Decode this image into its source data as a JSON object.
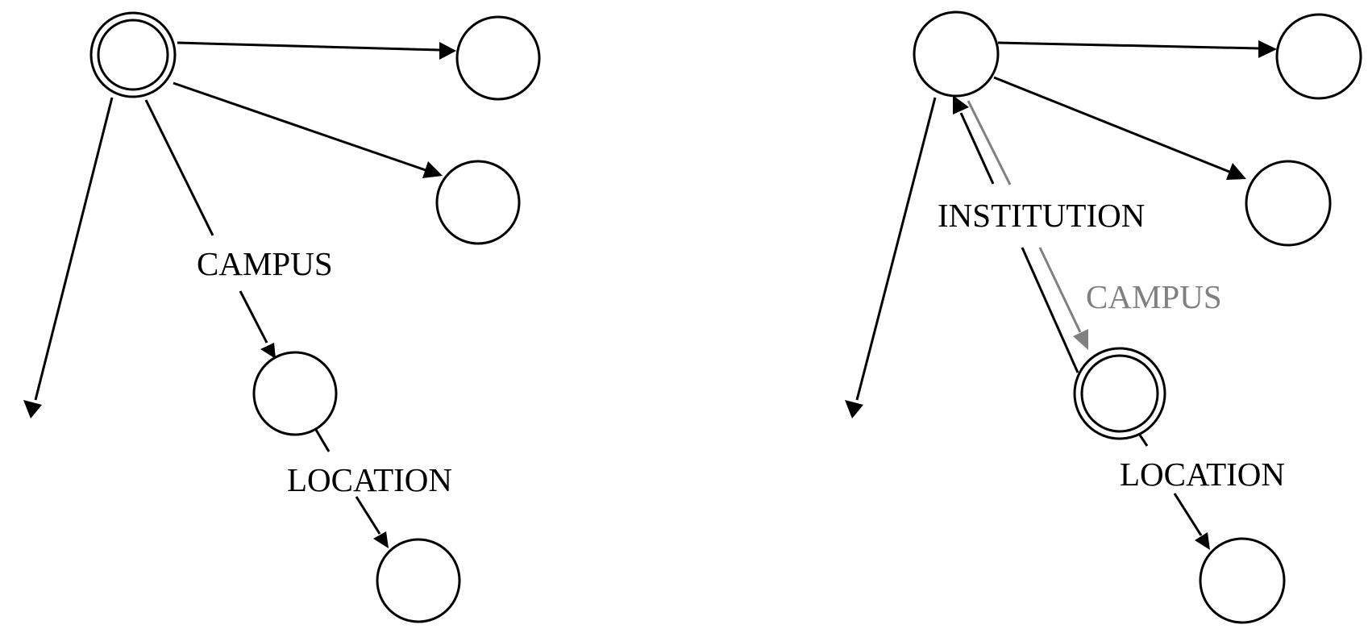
{
  "colors": {
    "ink": "#000000",
    "inverse_edge": "#808080",
    "background": "#ffffff"
  },
  "diagrams": [
    {
      "nodes": [
        {
          "id": "L-root",
          "current": true
        },
        {
          "id": "L-right-top",
          "current": false
        },
        {
          "id": "L-right-mid",
          "current": false
        },
        {
          "id": "L-campus-target",
          "current": false
        },
        {
          "id": "L-location-target",
          "current": false
        }
      ],
      "edges": [
        {
          "from": "L-root",
          "to": "L-right-top",
          "label": ""
        },
        {
          "from": "L-root",
          "to": "L-right-mid",
          "label": ""
        },
        {
          "from": "L-root",
          "to": "off-canvas",
          "label": ""
        },
        {
          "from": "L-root",
          "to": "L-campus-target",
          "label": "CAMPUS"
        },
        {
          "from": "L-campus-target",
          "to": "L-location-target",
          "label": "LOCATION"
        }
      ]
    },
    {
      "nodes": [
        {
          "id": "R-root",
          "current": false
        },
        {
          "id": "R-right-top",
          "current": false
        },
        {
          "id": "R-right-mid",
          "current": false
        },
        {
          "id": "R-campus-target",
          "current": true
        },
        {
          "id": "R-location-target",
          "current": false
        }
      ],
      "edges": [
        {
          "from": "R-root",
          "to": "R-right-top",
          "label": ""
        },
        {
          "from": "R-root",
          "to": "R-right-mid",
          "label": ""
        },
        {
          "from": "R-root",
          "to": "off-canvas",
          "label": ""
        },
        {
          "from": "R-campus-target",
          "to": "R-root",
          "label": "INSTITUTION"
        },
        {
          "from": "R-root",
          "to": "R-campus-target",
          "label": "CAMPUS",
          "color": "gray"
        },
        {
          "from": "R-campus-target",
          "to": "R-location-target",
          "label": "LOCATION"
        }
      ]
    }
  ],
  "labels": {
    "left_campus": "CAMPUS",
    "left_location": "LOCATION",
    "right_institution": "INSTITUTION",
    "right_campus": "CAMPUS",
    "right_location": "LOCATION"
  }
}
